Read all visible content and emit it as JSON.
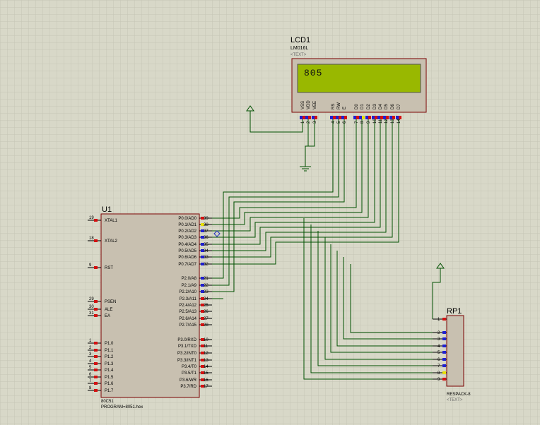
{
  "lcd": {
    "ref": "LCD1",
    "model": "LM016L",
    "text_placeholder": "<TEXT>",
    "display_text": "805",
    "pin_names": [
      "VSS",
      "VDD",
      "VEE",
      "RS",
      "RW",
      "E",
      "D0",
      "D1",
      "D2",
      "D3",
      "D4",
      "D5",
      "D6",
      "D7"
    ],
    "pin_numbers": [
      "1",
      "2",
      "3",
      "4",
      "5",
      "6",
      "7",
      "8",
      "9",
      "10",
      "11",
      "12",
      "13",
      "14"
    ],
    "screen_color": "#99b800"
  },
  "mcu": {
    "ref": "U1",
    "model": "80C51",
    "program": "PROGRAM=8051.hex",
    "left_pins": [
      {
        "num": "19",
        "name": "XTAL1"
      },
      {
        "num": "18",
        "name": "XTAL2"
      },
      {
        "num": "9",
        "name": "RST"
      },
      {
        "num": "29",
        "name": "PSEN"
      },
      {
        "num": "30",
        "name": "ALE"
      },
      {
        "num": "31",
        "name": "EA"
      },
      {
        "num": "1",
        "name": "P1.0"
      },
      {
        "num": "2",
        "name": "P1.1"
      },
      {
        "num": "3",
        "name": "P1.2"
      },
      {
        "num": "4",
        "name": "P1.3"
      },
      {
        "num": "5",
        "name": "P1.4"
      },
      {
        "num": "6",
        "name": "P1.5"
      },
      {
        "num": "7",
        "name": "P1.6"
      },
      {
        "num": "8",
        "name": "P1.7"
      }
    ],
    "right_pins": [
      {
        "num": "39",
        "name": "P0.0/AD0"
      },
      {
        "num": "38",
        "name": "P0.1/AD1"
      },
      {
        "num": "37",
        "name": "P0.2/AD2"
      },
      {
        "num": "36",
        "name": "P0.3/AD3"
      },
      {
        "num": "35",
        "name": "P0.4/AD4"
      },
      {
        "num": "34",
        "name": "P0.5/AD5"
      },
      {
        "num": "33",
        "name": "P0.6/AD6"
      },
      {
        "num": "32",
        "name": "P0.7/AD7"
      },
      {
        "num": "21",
        "name": "P2.0/A8"
      },
      {
        "num": "22",
        "name": "P2.1/A9"
      },
      {
        "num": "23",
        "name": "P2.2/A10"
      },
      {
        "num": "24",
        "name": "P2.3/A11"
      },
      {
        "num": "25",
        "name": "P2.4/A12"
      },
      {
        "num": "26",
        "name": "P2.5/A13"
      },
      {
        "num": "27",
        "name": "P2.6/A14"
      },
      {
        "num": "28",
        "name": "P2.7/A15"
      },
      {
        "num": "10",
        "name": "P3.0/RXD"
      },
      {
        "num": "11",
        "name": "P3.1/TXD"
      },
      {
        "num": "12",
        "name": "P3.2/INT0"
      },
      {
        "num": "13",
        "name": "P3.3/INT1"
      },
      {
        "num": "14",
        "name": "P3.4/T0"
      },
      {
        "num": "15",
        "name": "P3.5/T1"
      },
      {
        "num": "16",
        "name": "P3.6/WR"
      },
      {
        "num": "17",
        "name": "P3.7/RD"
      }
    ]
  },
  "rp": {
    "ref": "RP1",
    "model": "RESPACK-8",
    "text_placeholder": "<TEXT>",
    "pin_numbers": [
      "1",
      "2",
      "3",
      "4",
      "5",
      "6",
      "7",
      "8",
      "9"
    ]
  },
  "colors": {
    "background": "#d8d8c8",
    "grid": "#c4c4b4",
    "component_body": "#c8c0b0",
    "component_border": "#7a0000",
    "wire": "#005000",
    "pin_red": "#d41010",
    "pin_blue": "#2020d0",
    "pin_yellow": "#e8e000"
  }
}
